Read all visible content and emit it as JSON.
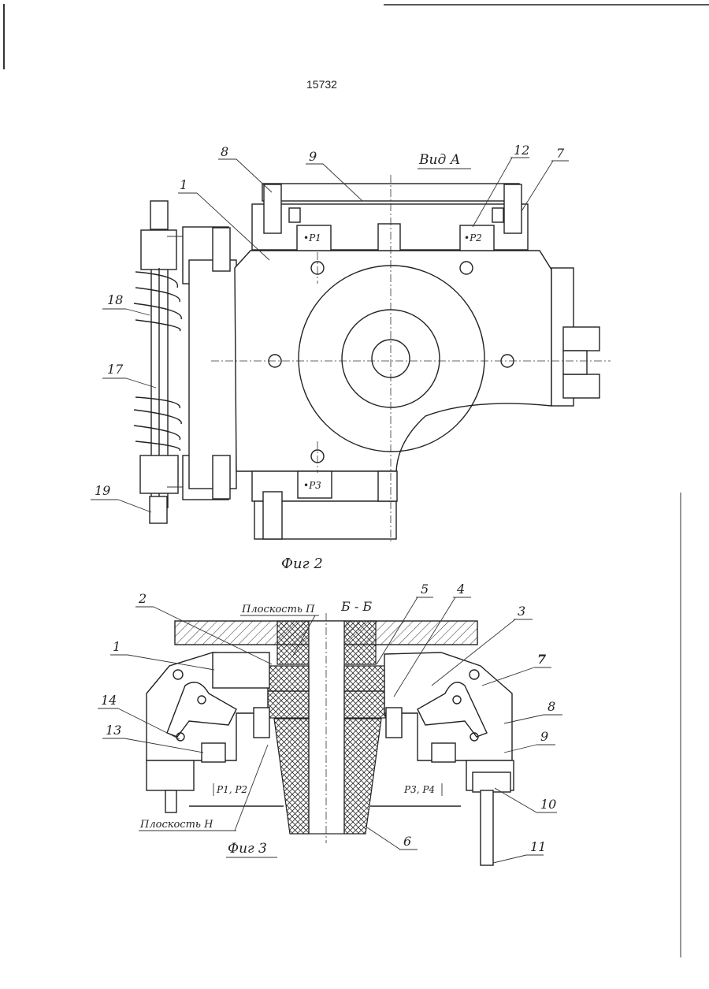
{
  "page": {
    "number": "15732"
  },
  "figure2": {
    "caption": "Фиг 2",
    "view_label": "Вид А",
    "callouts": [
      "8",
      "9",
      "12",
      "7",
      "1",
      "18",
      "17",
      "19"
    ],
    "load_labels": [
      "•P1",
      "•P2",
      "•P3"
    ]
  },
  "figure3": {
    "caption": "Фиг 3",
    "section_label": "Б - Б",
    "plane_top": "Плоскость П",
    "plane_bottom": "Плоскость Н",
    "load_left": "P1, P2",
    "load_right": "P3, P4",
    "callouts": [
      "2",
      "1",
      "14",
      "13",
      "5",
      "4",
      "3",
      "7",
      "8",
      "9",
      "10",
      "11",
      "6"
    ]
  }
}
